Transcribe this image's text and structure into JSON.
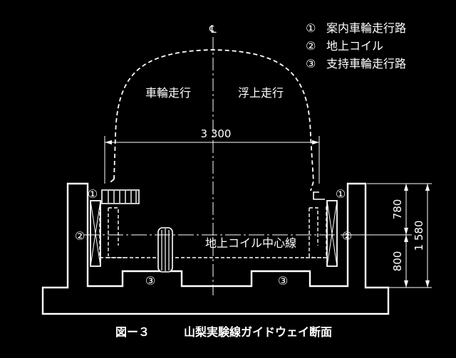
{
  "figure": {
    "centerline_mark": "℄",
    "legend": [
      {
        "marker": "①",
        "text": "案内車輪走行路"
      },
      {
        "marker": "②",
        "text": "地上コイル"
      },
      {
        "marker": "③",
        "text": "支持車輪走行路"
      }
    ],
    "vehicle_labels": {
      "left": "車輪走行",
      "right": "浮上走行"
    },
    "width_dimension": "3 300",
    "center_line_label": "地上コイル中心線",
    "markers": {
      "one": "①",
      "two": "②",
      "three": "③"
    },
    "vertical_dimensions": {
      "upper": "780",
      "lower": "800",
      "total": "1 580"
    },
    "caption": {
      "number": "図ー３",
      "title": "山梨実験線ガイドウェイ断面"
    }
  }
}
